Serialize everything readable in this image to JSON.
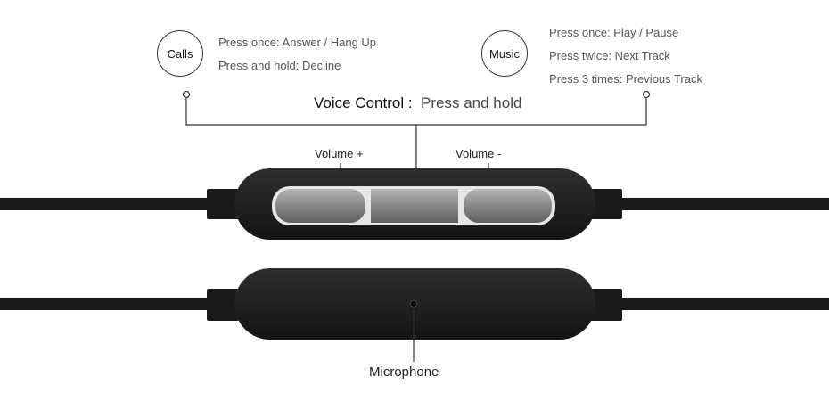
{
  "calls": {
    "badge": "Calls",
    "lines": [
      "Press once: Answer / Hang Up",
      "Press and hold: Decline"
    ]
  },
  "music": {
    "badge": "Music",
    "lines": [
      "Press once: Play / Pause",
      "Press twice: Next Track",
      "Press 3 times: Previous Track"
    ]
  },
  "voice_control": {
    "title": "Voice Control :",
    "action": "Press and hold"
  },
  "volume_up_label": "Volume +",
  "volume_down_label": "Volume -",
  "microphone_label": "Microphone",
  "colors": {
    "cable": "#1a1a1a",
    "remote_body": "#1c1c1c",
    "button_metal": "#8a8a8a",
    "line": "#333333"
  }
}
